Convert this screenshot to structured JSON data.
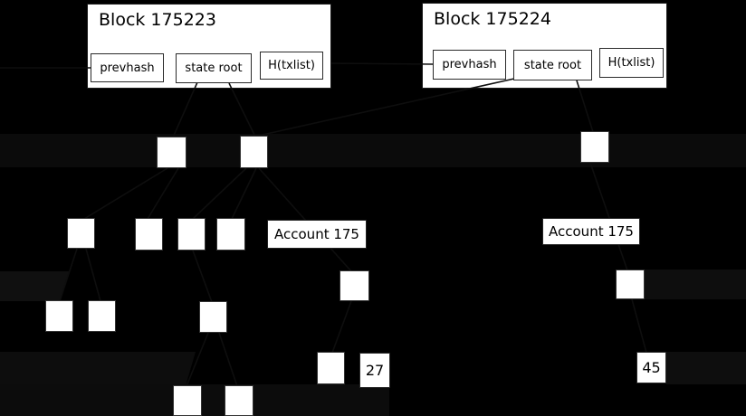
{
  "diagram": {
    "kind": "ethereum-state-tree-transition",
    "blocks": [
      {
        "title": "Block 175223",
        "fields": [
          {
            "label": "prevhash"
          },
          {
            "label": "state root"
          },
          {
            "label": "H(txlist)"
          }
        ]
      },
      {
        "title": "Block 175224",
        "fields": [
          {
            "label": "prevhash"
          },
          {
            "label": "state root"
          },
          {
            "label": "H(txlist)"
          }
        ]
      }
    ],
    "annotations": {
      "account_label_left": "Account 175",
      "account_label_right": "Account 175",
      "value_old": "27",
      "value_new": "45"
    },
    "colors": {
      "background": "#000000",
      "box_fill": "#ffffff",
      "box_border": "#2a2a2a",
      "text": "#000000",
      "edge_line": "#0e0e0e",
      "row_band": "#0c0c0c"
    }
  }
}
